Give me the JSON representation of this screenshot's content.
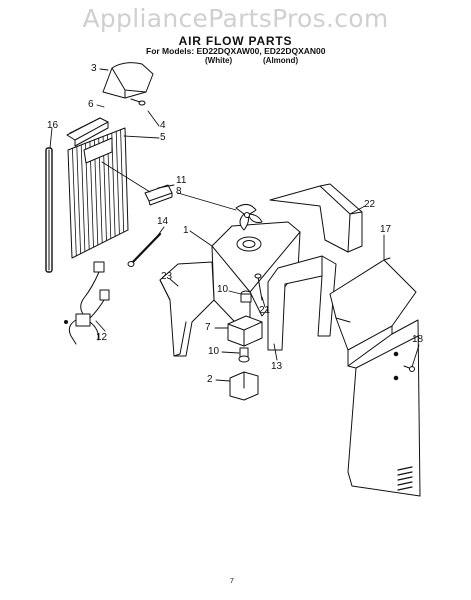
{
  "watermark": "AppliancePartsPros.com",
  "header": {
    "title": "AIR FLOW PARTS",
    "models_line": "For Models: ED22DQXAW00, ED22DQXAN00",
    "variant_white": "(White)",
    "variant_almond": "(Almond)"
  },
  "callouts": {
    "c1": "1",
    "c2": "2",
    "c3": "3",
    "c4": "4",
    "c5": "5",
    "c6": "6",
    "c7": "7",
    "c8": "8",
    "c10a": "10",
    "c10b": "10",
    "c11": "11",
    "c12": "12",
    "c13": "13",
    "c14": "14",
    "c16": "16",
    "c17": "17",
    "c18": "18",
    "c21": "21",
    "c22": "22",
    "c23": "23"
  },
  "page_number": "7"
}
